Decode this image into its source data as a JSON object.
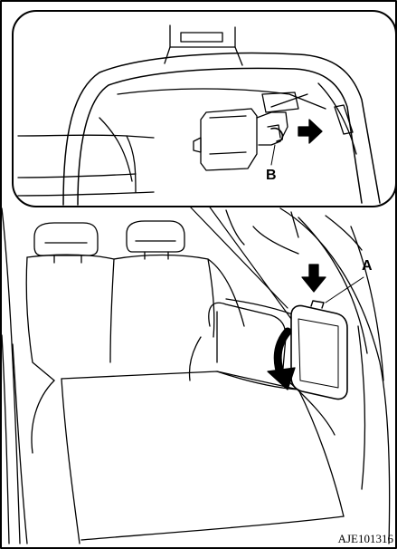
{
  "figure": {
    "callouts": {
      "a": "A",
      "b": "B"
    },
    "code": "AJE101316"
  },
  "colors": {
    "background": "#ffffff",
    "line": "#000000",
    "panel": "#e6e6e6"
  }
}
